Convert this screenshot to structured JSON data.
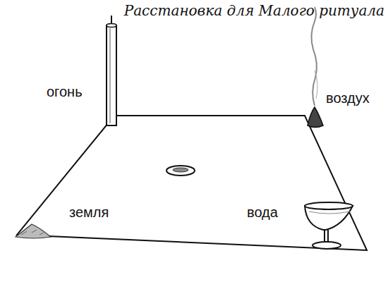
{
  "diagram": {
    "title": "Расстановка для Малого ритуала",
    "labels": [
      "огонь",
      "воздух",
      "земля",
      "вода"
    ]
  }
}
